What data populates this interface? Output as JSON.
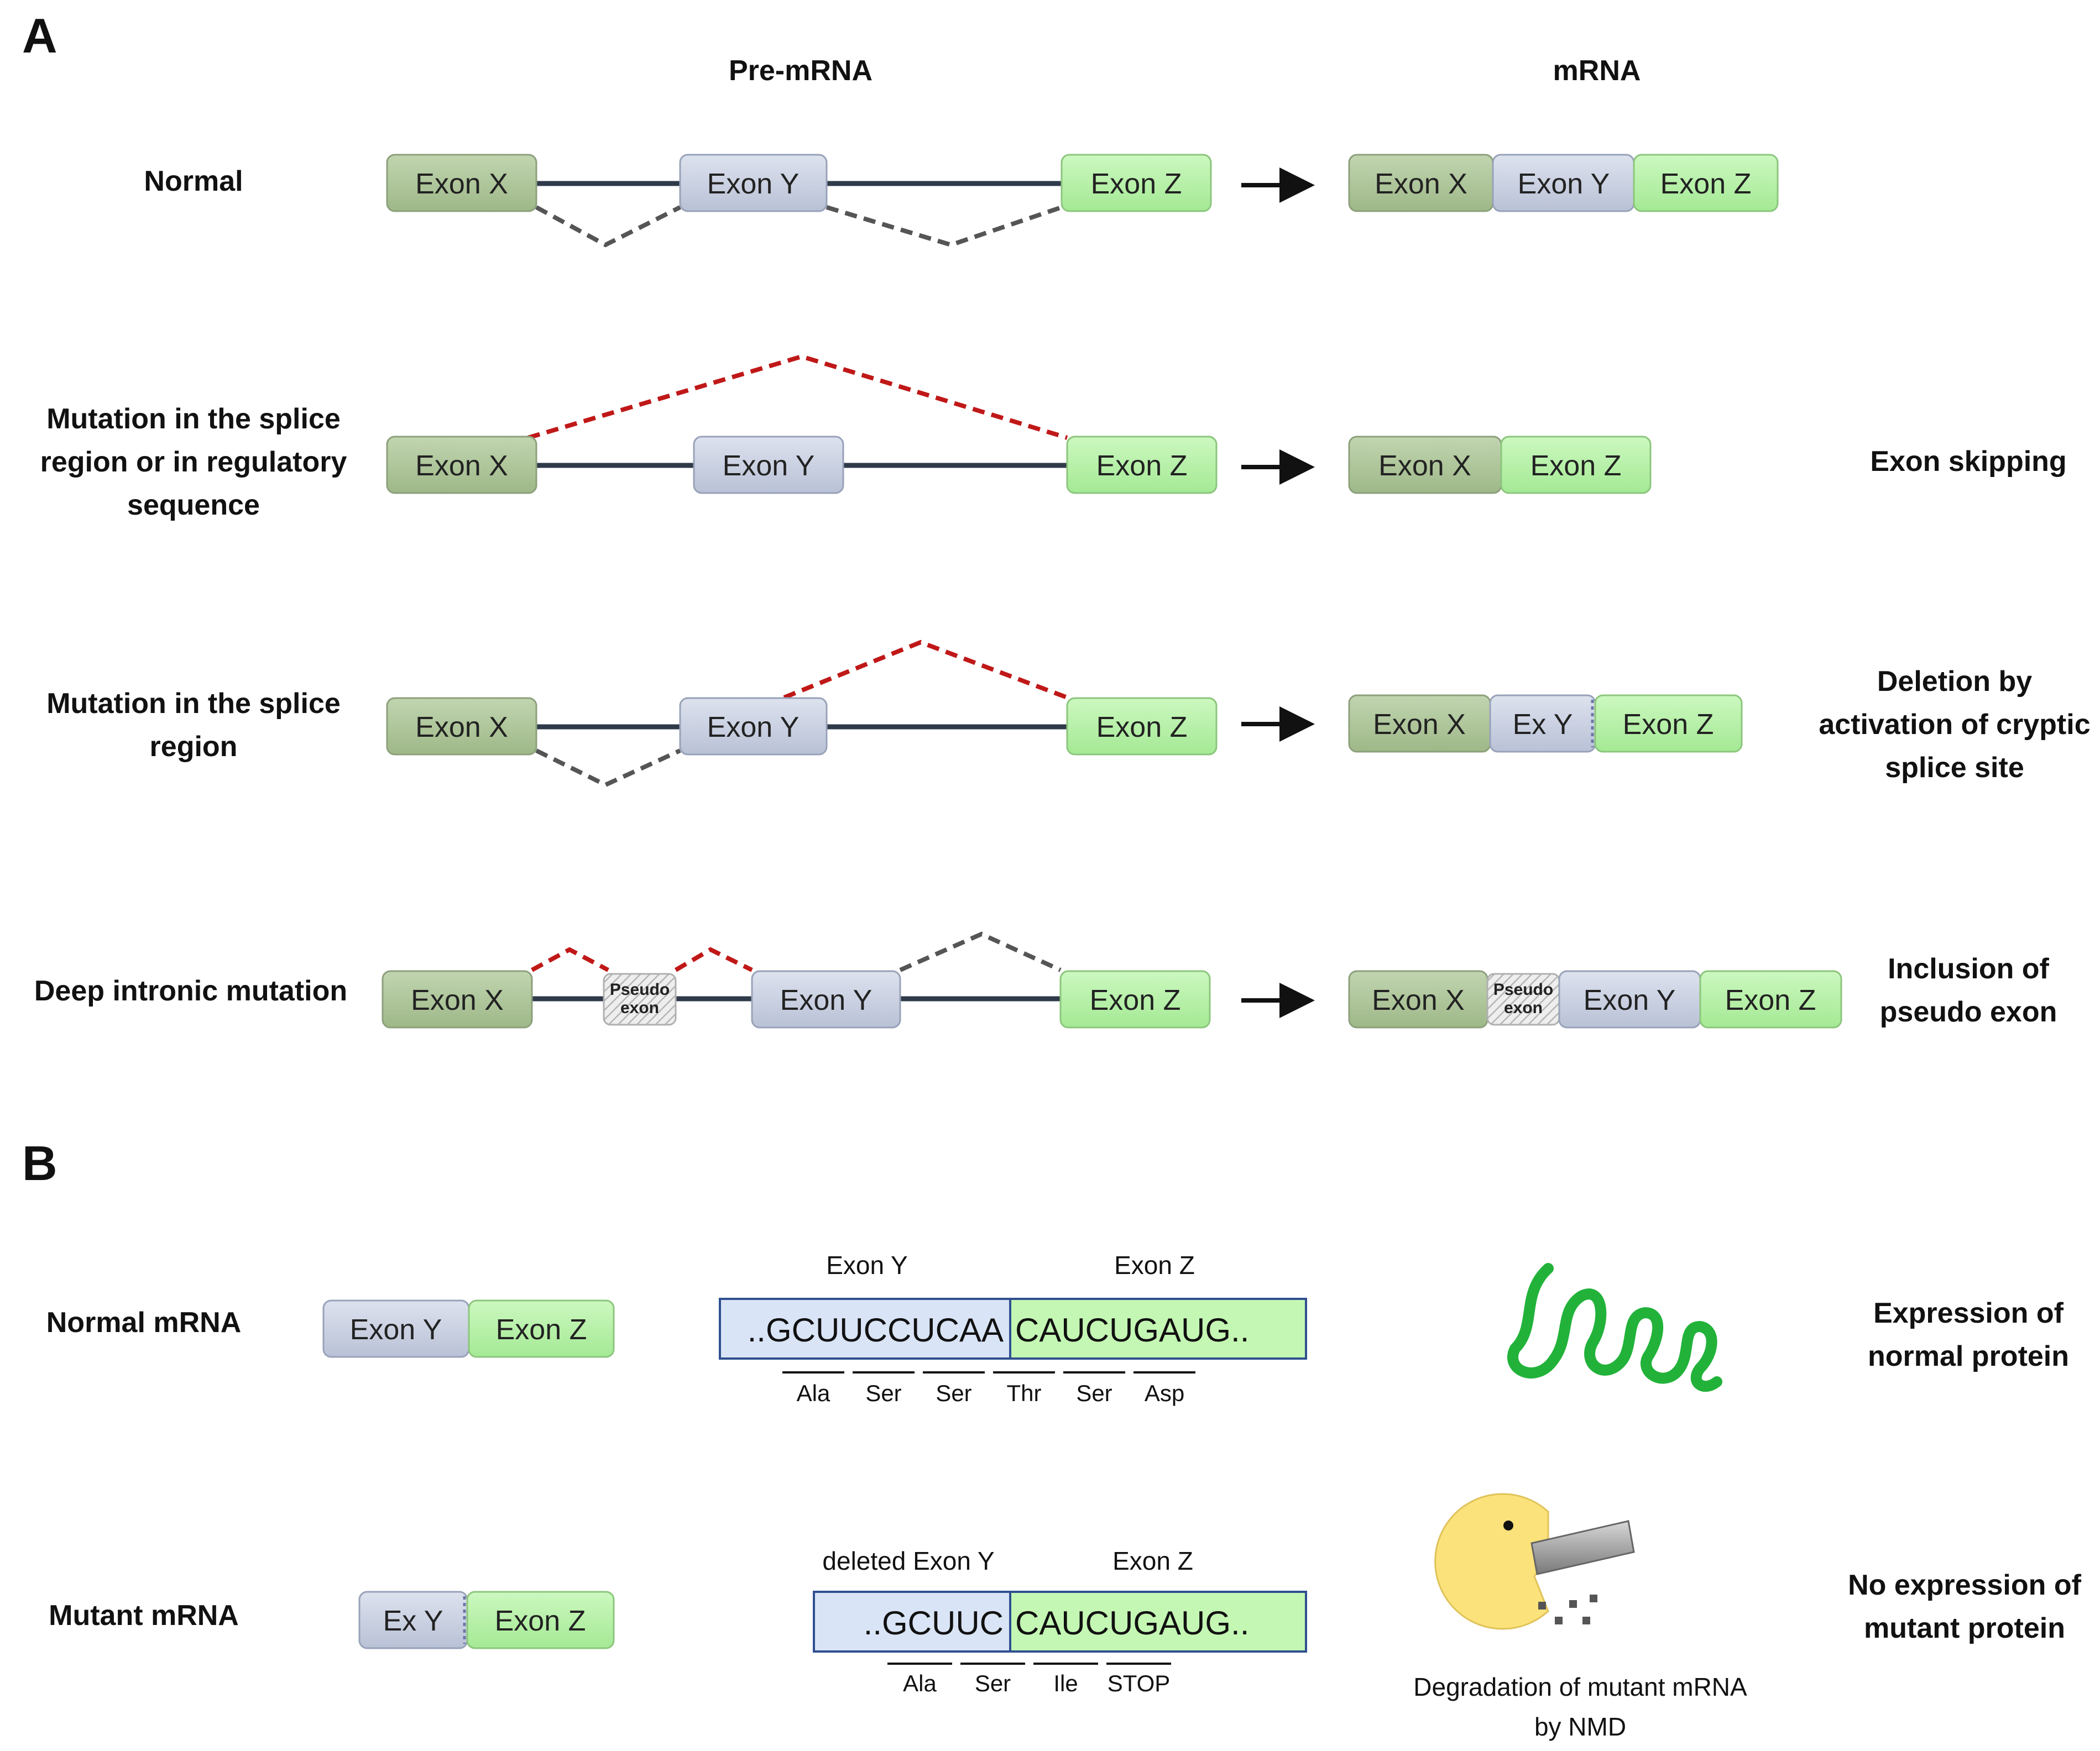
{
  "panels": {
    "a": "A",
    "b": "B"
  },
  "columns": {
    "pre_mrna": "Pre-mRNA",
    "mrna": "mRNA"
  },
  "exons": {
    "x": "Exon X",
    "y": "Exon Y",
    "z": "Exon Z",
    "ex_y": "Ex Y"
  },
  "pseudo_exon": [
    "Pseudo",
    "exon"
  ],
  "rows": [
    {
      "label": [
        "Normal"
      ],
      "outcome": []
    },
    {
      "label": [
        "Mutation in the splice",
        "region or in regulatory",
        "sequence"
      ],
      "outcome": [
        "Exon skipping"
      ]
    },
    {
      "label": [
        "Mutation in the splice",
        "region"
      ],
      "outcome": [
        "Deletion by",
        "activation of cryptic",
        "splice site"
      ]
    },
    {
      "label": [
        "Deep intronic mutation"
      ],
      "outcome": [
        "Inclusion of",
        "pseudo exon"
      ]
    }
  ],
  "panel_b": {
    "normal": {
      "label": "Normal mRNA",
      "exon_y_head": "Exon Y",
      "exon_z_head": "Exon Z",
      "seq_y": "..GCUUCCUCAA",
      "seq_z": "CAUCUGAUG..",
      "codons": [
        "Ala",
        "Ser",
        "Ser",
        "Thr",
        "Ser",
        "Asp"
      ],
      "outcome": [
        "Expression of",
        "normal protein"
      ]
    },
    "mutant": {
      "label": "Mutant mRNA",
      "exon_y_head": "deleted Exon Y",
      "exon_z_head": "Exon Z",
      "seq_y": "..GCUUC",
      "seq_z": "CAUCUGAUG..",
      "codons": [
        "Ala",
        "Ser",
        "Ile",
        "STOP"
      ],
      "caption": [
        "Degradation of mutant mRNA",
        "by NMD"
      ],
      "outcome": [
        "No expression of",
        "mutant protein"
      ]
    }
  },
  "colors": {
    "exon_x": "#aec69a",
    "exon_y": "#c9d0e0",
    "exon_z": "#b8f2a8",
    "seq_y_bg": "#d9e4f6",
    "seq_z_bg": "#c4f7b4",
    "seq_border": "#2f4f8f",
    "intron": "#2f3a4a",
    "normal_splice": "#555555",
    "aberrant_splice": "#c01818",
    "protein": "#22b23a",
    "nmd": "#fbe27a"
  }
}
